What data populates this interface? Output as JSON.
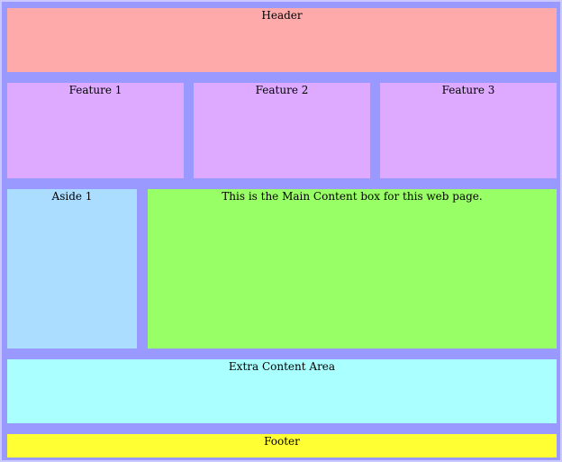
{
  "header": {
    "label": "Header",
    "color": "#ffaaaa"
  },
  "features": [
    {
      "label": "Feature 1",
      "color": "#ddaaff"
    },
    {
      "label": "Feature 2",
      "color": "#ddaaff"
    },
    {
      "label": "Feature 3",
      "color": "#ddaaff"
    }
  ],
  "aside": {
    "label": "Aside 1",
    "color": "#aaddff"
  },
  "main": {
    "label": "This is the Main Content box for this web page.",
    "color": "#99ff66"
  },
  "extra": {
    "label": "Extra Content Area",
    "color": "#aaffff"
  },
  "footer": {
    "label": "Footer",
    "color": "#ffff33"
  },
  "page_background": "#9999ff"
}
